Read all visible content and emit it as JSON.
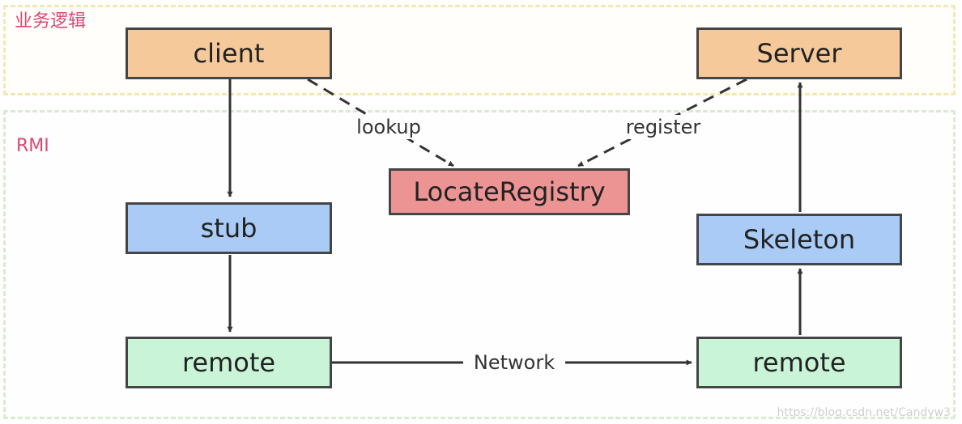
{
  "layers": {
    "business": "业务逻辑",
    "rmi": "RMI"
  },
  "nodes": {
    "client": "client",
    "server": "Server",
    "locate_registry": "LocateRegistry",
    "stub": "stub",
    "skeleton": "Skeleton",
    "remote_left": "remote",
    "remote_right": "remote"
  },
  "edges": {
    "lookup": "lookup",
    "register": "register",
    "network": "Network"
  },
  "watermark": "https://blog.csdn.net/Candyw3",
  "colors": {
    "business_node": "#f5c99a",
    "stub_skeleton": "#a9cbf6",
    "remote": "#c9f4d7",
    "registry": "#ec9494",
    "layer_label": "#d84a74"
  }
}
